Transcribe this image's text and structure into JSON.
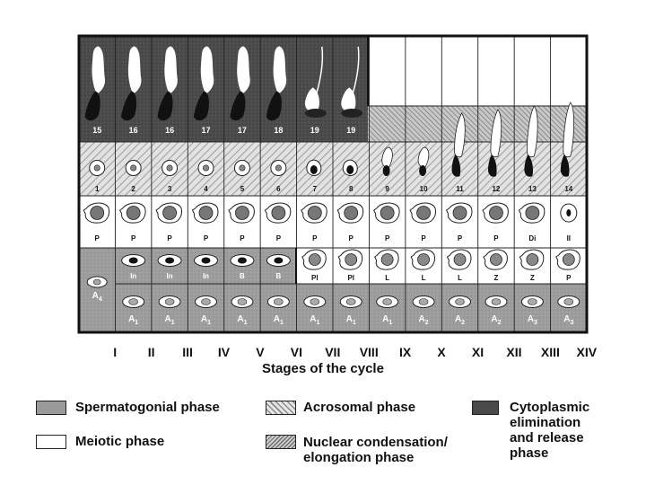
{
  "top_row_labels": [
    "15",
    "16",
    "16",
    "17",
    "17",
    "18",
    "19",
    "19"
  ],
  "acrosome_labels": [
    "1",
    "2",
    "3",
    "4",
    "5",
    "6",
    "7",
    "8",
    "9",
    "10",
    "11",
    "12",
    "13",
    "14"
  ],
  "pachytene_labels": [
    "P",
    "P",
    "P",
    "P",
    "P",
    "P",
    "P",
    "P",
    "P",
    "P",
    "P",
    "P",
    "Di",
    "II"
  ],
  "lower_row_labels": [
    "In",
    "In",
    "In",
    "B",
    "B",
    "Pl",
    "Pl",
    "L",
    "L",
    "L",
    "Z",
    "Z",
    "P"
  ],
  "a4_label": "A",
  "a4_sub": "4",
  "bottom_row_labels": [
    {
      "main": "A",
      "sub": "1"
    },
    {
      "main": "A",
      "sub": "1"
    },
    {
      "main": "A",
      "sub": "1"
    },
    {
      "main": "A",
      "sub": "1"
    },
    {
      "main": "A",
      "sub": "1"
    },
    {
      "main": "A",
      "sub": "1"
    },
    {
      "main": "A",
      "sub": "1"
    },
    {
      "main": "A",
      "sub": "1"
    },
    {
      "main": "A",
      "sub": "2"
    },
    {
      "main": "A",
      "sub": "2"
    },
    {
      "main": "A",
      "sub": "2"
    },
    {
      "main": "A",
      "sub": "3"
    },
    {
      "main": "A",
      "sub": "3"
    }
  ],
  "stages": [
    "I",
    "II",
    "III",
    "IV",
    "V",
    "VI",
    "VII",
    "VIII",
    "IX",
    "X",
    "XI",
    "XII",
    "XIII",
    "XIV"
  ],
  "axis_title": "Stages of the cycle",
  "legend": [
    {
      "label": "Spermatogonial phase",
      "pattern": "spermatogonial"
    },
    {
      "label": "Meiotic phase",
      "pattern": "meiotic"
    },
    {
      "label": "Acrosomal phase",
      "pattern": "acrosomal"
    },
    {
      "label": "Nuclear condensation/\nelongation phase",
      "pattern": "nuclear"
    },
    {
      "label": "Cytoplasmic\nelimination\nand release\nphase",
      "pattern": "cytoplasmic"
    }
  ],
  "colors": {
    "spermatogonial": "#9a9a9a",
    "meiotic": "#ffffff",
    "acrosomal": "#d4d4d4",
    "nuclear": "#b3b3b3",
    "cytoplasmic": "#4a4a4a",
    "border": "#111111"
  }
}
